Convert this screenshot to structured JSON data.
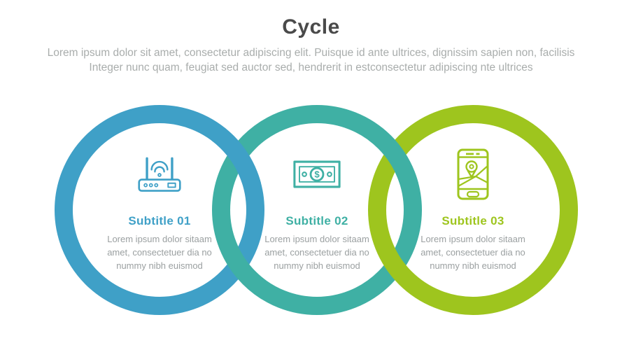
{
  "header": {
    "title": "Cycle",
    "description_lines": [
      "Lorem ipsum dolor sit amet, consectetur adipiscing elit. Puisque id ante ultrices, dignissim sapien non, facilisis",
      "Integer nunc quam, feugiat sed auctor sed, hendrerit in estconsectetur adipiscing nte ultrices"
    ]
  },
  "colors": {
    "ring_blue": "#3fa0c7",
    "ring_teal": "#3fb0a4",
    "ring_green": "#9ec51e",
    "title_text": "#4a4a4a",
    "description_text": "#a9adac",
    "body_text": "#9ba0a1",
    "background": "#ffffff"
  },
  "icons": {
    "dollar_symbol": "$"
  },
  "circles": [
    {
      "icon": "wifi-router-icon",
      "color": "#3fa0c7",
      "subtitle": "Subtitle 01",
      "body_lines": [
        "Lorem ipsum dolor sitaam",
        "amet, consectetuer dia no",
        "nummy nibh euismod"
      ]
    },
    {
      "icon": "money-bill-icon",
      "color": "#3fb0a4",
      "subtitle": "Subtitle 02",
      "body_lines": [
        "Lorem ipsum dolor sitaam",
        "amet, consectetuer dia no",
        "nummy nibh euismod"
      ]
    },
    {
      "icon": "phone-map-icon",
      "color": "#9ec51e",
      "subtitle": "Subtitle 03",
      "body_lines": [
        "Lorem ipsum dolor sitaam",
        "amet, consectetuer dia no",
        "nummy nibh euismod"
      ]
    }
  ]
}
